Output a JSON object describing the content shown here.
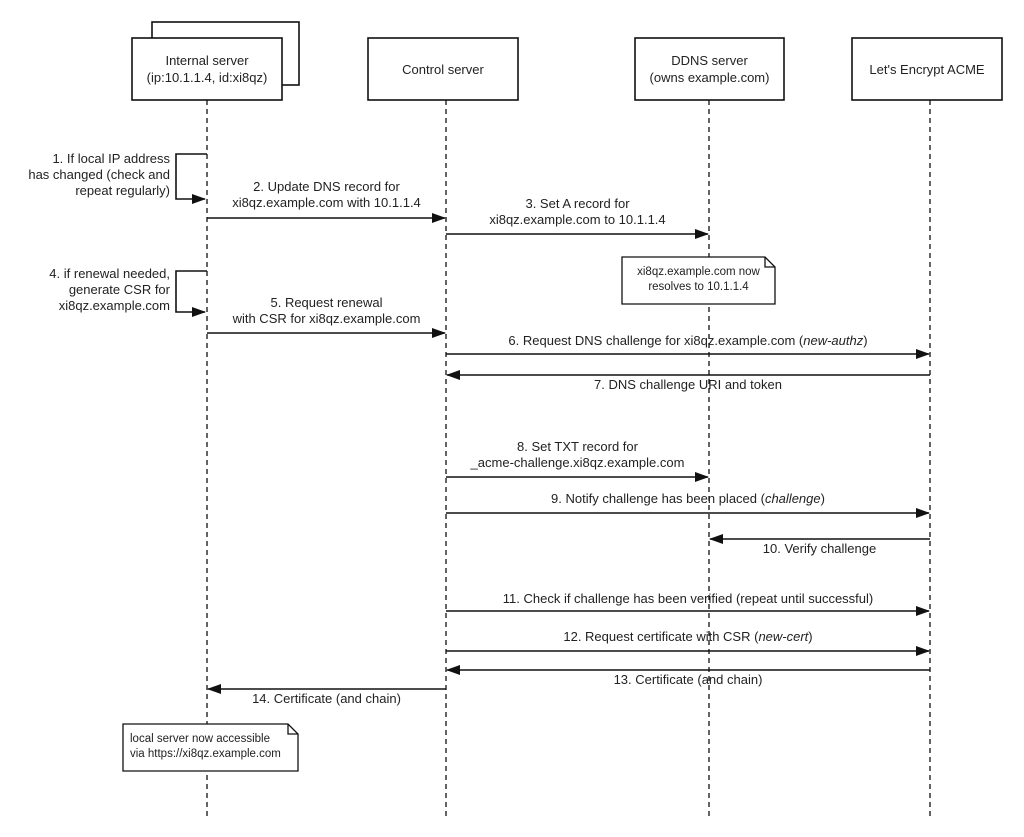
{
  "diagram": {
    "type": "sequence",
    "participants": [
      {
        "id": "internal",
        "line1": "Internal server",
        "line2": "(ip:10.1.1.4, id:xi8qz)",
        "stacked": true
      },
      {
        "id": "control",
        "line1": "Control server",
        "line2": ""
      },
      {
        "id": "ddns",
        "line1": "DDNS server",
        "line2": "(owns example.com)"
      },
      {
        "id": "acme",
        "line1": "Let's Encrypt ACME",
        "line2": ""
      }
    ],
    "messages": [
      {
        "n": 1,
        "from": "internal",
        "to": "internal",
        "self": true,
        "lines": [
          "1. If local IP address",
          "has changed (check and",
          "repeat regularly)"
        ]
      },
      {
        "n": 2,
        "from": "internal",
        "to": "control",
        "lines": [
          "2. Update DNS record for",
          "xi8qz.example.com with 10.1.1.4"
        ]
      },
      {
        "n": 3,
        "from": "control",
        "to": "ddns",
        "lines": [
          "3. Set A record for",
          "xi8qz.example.com to 10.1.1.4"
        ]
      },
      {
        "n": 4,
        "from": "internal",
        "to": "internal",
        "self": true,
        "lines": [
          "4. if renewal needed,",
          "generate CSR for",
          "xi8qz.example.com"
        ]
      },
      {
        "n": 5,
        "from": "internal",
        "to": "control",
        "lines": [
          "5. Request renewal",
          "with CSR for xi8qz.example.com"
        ]
      },
      {
        "n": 6,
        "from": "control",
        "to": "acme",
        "text": "6. Request DNS challenge for xi8qz.example.com (",
        "italic": "new-authz",
        "suffix": ")"
      },
      {
        "n": 7,
        "from": "acme",
        "to": "control",
        "text": "7. DNS challenge URI and token"
      },
      {
        "n": 8,
        "from": "control",
        "to": "ddns",
        "lines": [
          "8. Set TXT record for",
          "_acme-challenge.xi8qz.example.com"
        ]
      },
      {
        "n": 9,
        "from": "control",
        "to": "acme",
        "text": "9. Notify challenge has been placed (",
        "italic": "challenge",
        "suffix": ")"
      },
      {
        "n": 10,
        "from": "acme",
        "to": "ddns",
        "text": "10. Verify challenge"
      },
      {
        "n": 11,
        "from": "control",
        "to": "acme",
        "text": "11. Check if challenge has been verified (repeat until successful)"
      },
      {
        "n": 12,
        "from": "control",
        "to": "acme",
        "text": "12. Request certificate with CSR (",
        "italic": "new-cert",
        "suffix": ")"
      },
      {
        "n": 13,
        "from": "acme",
        "to": "control",
        "text": "13. Certificate (and chain)"
      },
      {
        "n": 14,
        "from": "control",
        "to": "internal",
        "text": "14. Certificate (and chain)"
      }
    ],
    "notes": [
      {
        "id": "ddns-note",
        "on": "ddns",
        "lines": [
          "xi8qz.example.com now",
          "resolves to 10.1.1.4"
        ]
      },
      {
        "id": "internal-note",
        "on": "internal",
        "lines": [
          "local server now accessible",
          "via https://xi8qz.example.com"
        ]
      }
    ],
    "colors": {
      "line": "#111111",
      "text": "#222222",
      "background": "#ffffff"
    }
  }
}
